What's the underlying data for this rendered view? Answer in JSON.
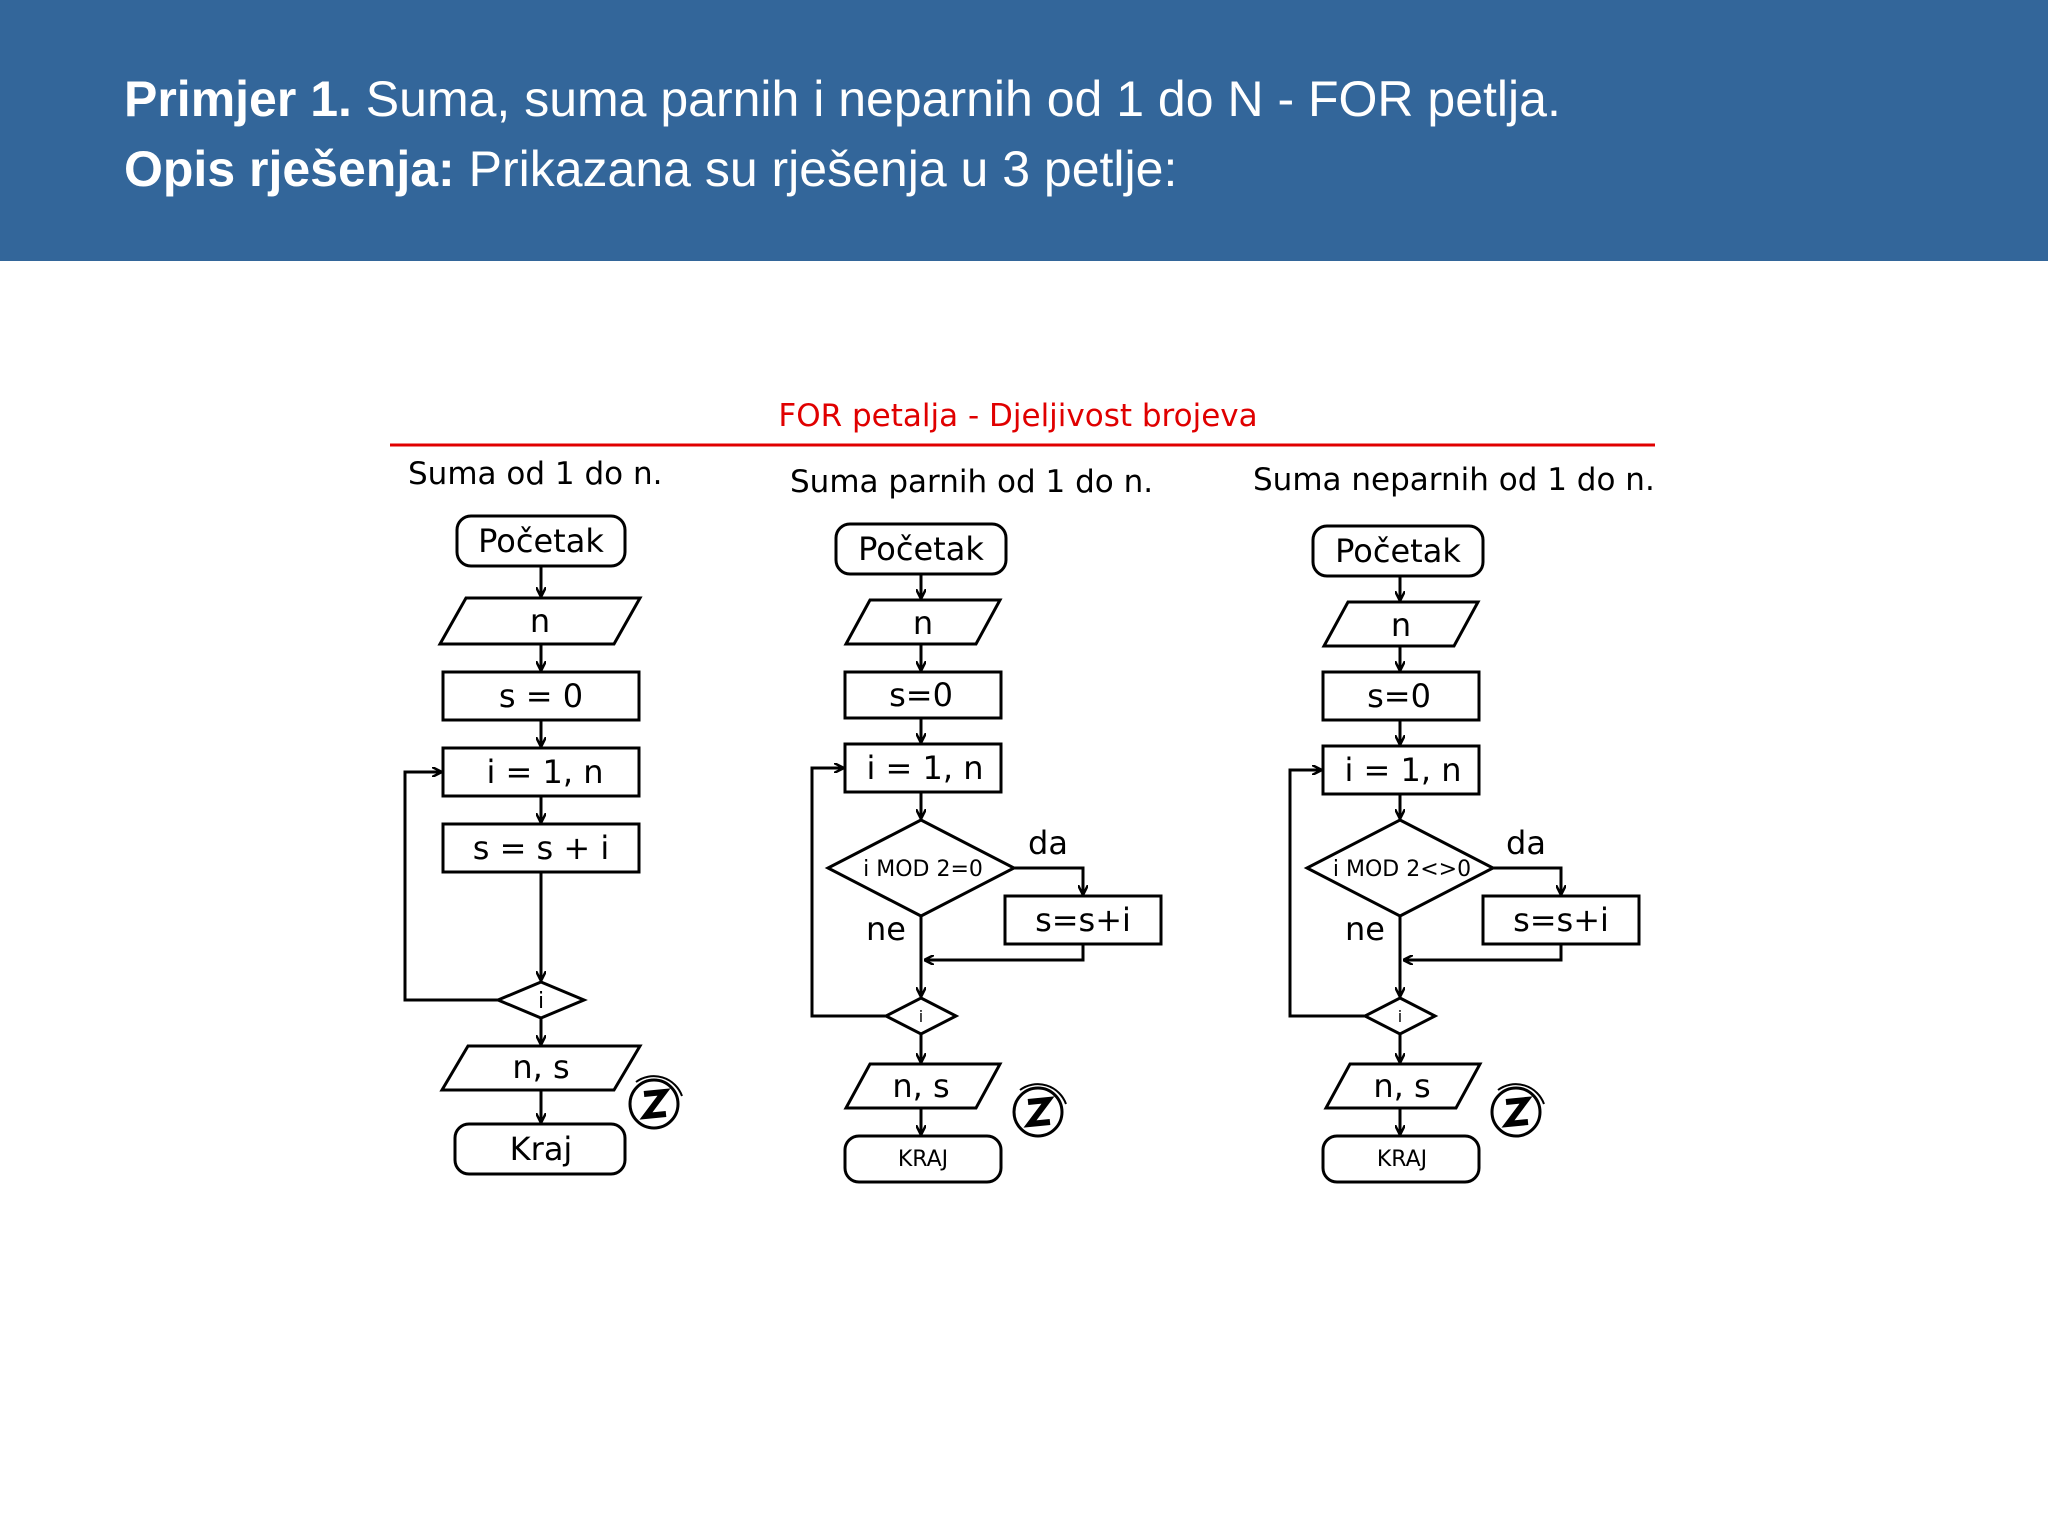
{
  "header": {
    "line1_bold": "Primjer 1.",
    "line1_text": " Suma, suma parnih i neparnih od 1 do N - FOR petlja.",
    "line2_bold": "Opis rješenja:",
    "line2_text": " Prikazana su rješenja u 3 petlje:"
  },
  "diagram": {
    "title": "FOR petalja - Djeljivost brojeva",
    "title_color": "#e00000",
    "header_bg": "#33669a",
    "columns": [
      {
        "title": "Suma od 1 do n.",
        "start": "Početak",
        "input": "n",
        "init": "s = 0",
        "loop": "i = 1, n",
        "body": "s = s + i",
        "loop_end": "i",
        "output": "n, s",
        "end": "Kraj"
      },
      {
        "title": "Suma parnih od 1 do n.",
        "start": "Početak",
        "input": "n",
        "init": "s=0",
        "loop": "i = 1, n",
        "condition": "i MOD 2=0",
        "yes": "da",
        "no": "ne",
        "body": "s=s+i",
        "loop_end": "i",
        "output": "n, s",
        "end": "KRAJ"
      },
      {
        "title": "Suma neparnih od 1 do n.",
        "start": "Početak",
        "input": "n",
        "init": "s=0",
        "loop": "i = 1, n",
        "condition": "i MOD 2<>0",
        "yes": "da",
        "no": "ne",
        "body": "s=s+i",
        "loop_end": "i",
        "output": "n, s",
        "end": "KRAJ"
      }
    ],
    "logo_icon": "circle-z-logo-icon"
  }
}
